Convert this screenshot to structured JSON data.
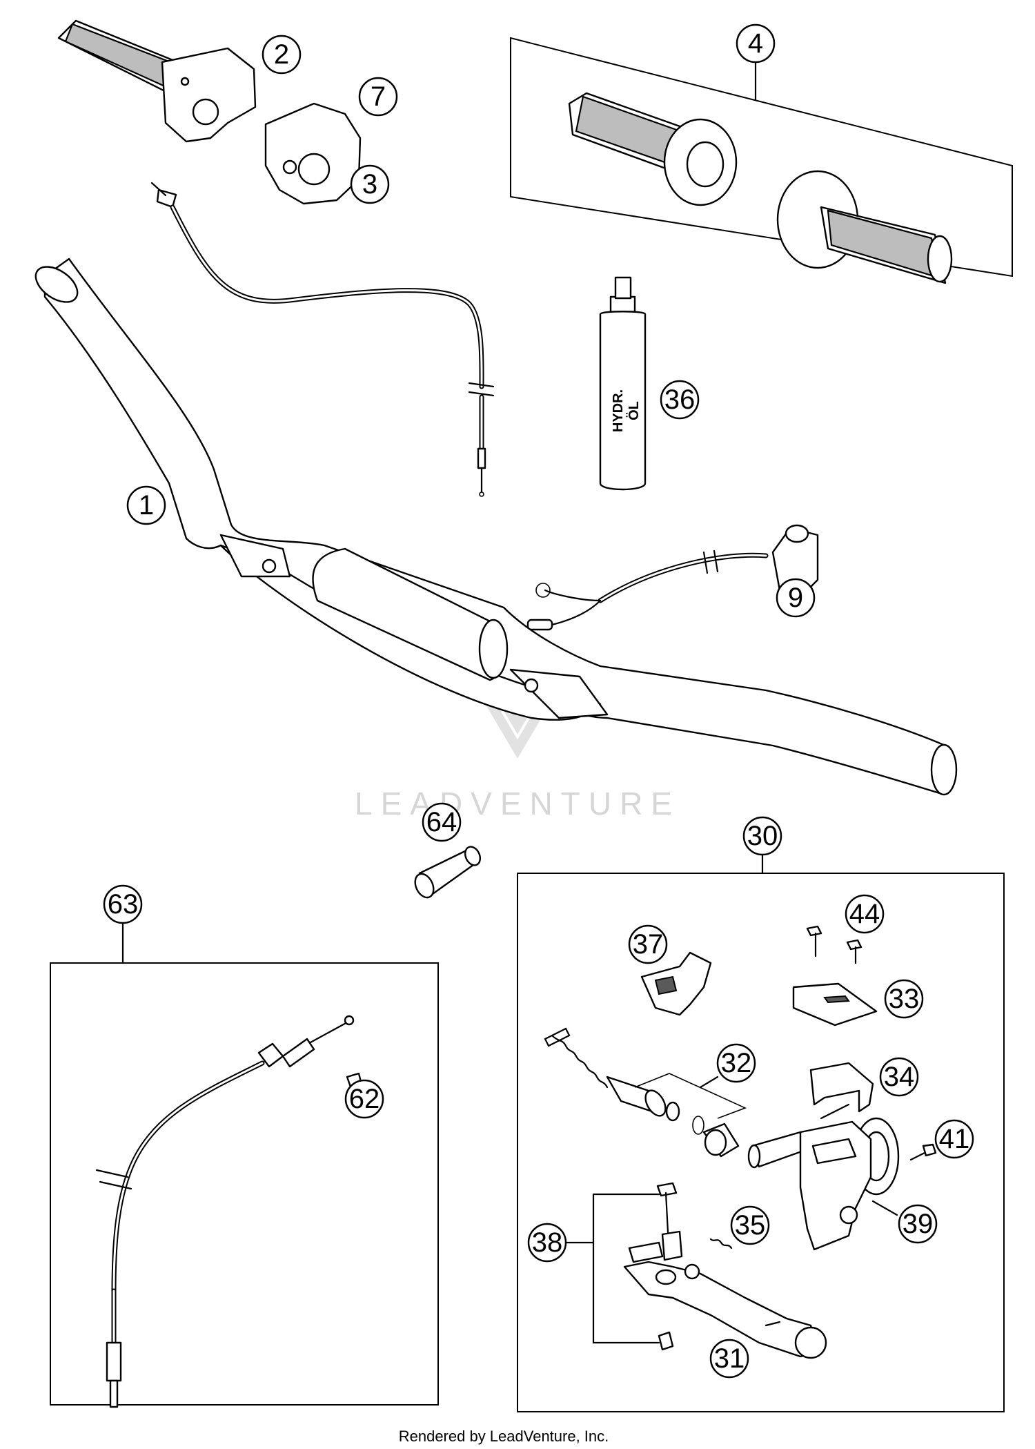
{
  "callouts": [
    {
      "id": "1",
      "label": "1"
    },
    {
      "id": "2",
      "label": "2"
    },
    {
      "id": "3",
      "label": "3"
    },
    {
      "id": "4",
      "label": "4"
    },
    {
      "id": "7",
      "label": "7"
    },
    {
      "id": "9",
      "label": "9"
    },
    {
      "id": "30",
      "label": "30"
    },
    {
      "id": "31",
      "label": "31"
    },
    {
      "id": "32",
      "label": "32"
    },
    {
      "id": "33",
      "label": "33"
    },
    {
      "id": "34",
      "label": "34"
    },
    {
      "id": "35",
      "label": "35"
    },
    {
      "id": "36",
      "label": "36"
    },
    {
      "id": "37",
      "label": "37"
    },
    {
      "id": "38",
      "label": "38"
    },
    {
      "id": "39",
      "label": "39"
    },
    {
      "id": "41",
      "label": "41"
    },
    {
      "id": "44",
      "label": "44"
    },
    {
      "id": "62",
      "label": "62"
    },
    {
      "id": "63",
      "label": "63"
    },
    {
      "id": "64",
      "label": "64"
    }
  ],
  "oil_bottle_label_line1": "HYDR.",
  "oil_bottle_label_line2": "ÖL",
  "watermark": "LEADVENTURE",
  "footer": "Rendered by LeadVenture, Inc."
}
